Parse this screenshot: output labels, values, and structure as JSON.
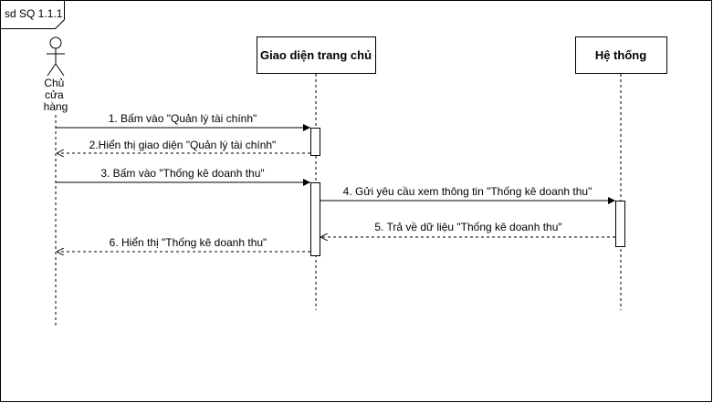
{
  "frame": {
    "label": "sd SQ 1.1.1"
  },
  "actor": {
    "label_lines": [
      "Chủ",
      "cửa",
      "hàng"
    ]
  },
  "participants": [
    {
      "label": "Giao diện trang chủ"
    },
    {
      "label": "Hệ thống"
    }
  ],
  "messages": [
    {
      "label": "1. Bấm vào \"Quản lý tài chính\"",
      "from": "actor",
      "to": "ui",
      "kind": "call"
    },
    {
      "label": "2.Hiển thị giao diện \"Quản lý tài chính\"",
      "from": "ui",
      "to": "actor",
      "kind": "return"
    },
    {
      "label": "3. Bấm vào \"Thống kê doanh thu\"",
      "from": "actor",
      "to": "ui",
      "kind": "call"
    },
    {
      "label": "4. Gửi yêu cầu xem thông tin \"Thống kê doanh thu\"",
      "from": "ui",
      "to": "system",
      "kind": "call"
    },
    {
      "label": "5. Trả về dữ liệu \"Thống kê doanh thu\"",
      "from": "system",
      "to": "ui",
      "kind": "return"
    },
    {
      "label": "6. Hiển thị \"Thống kê doanh thu\"",
      "from": "ui",
      "to": "actor",
      "kind": "return"
    }
  ]
}
